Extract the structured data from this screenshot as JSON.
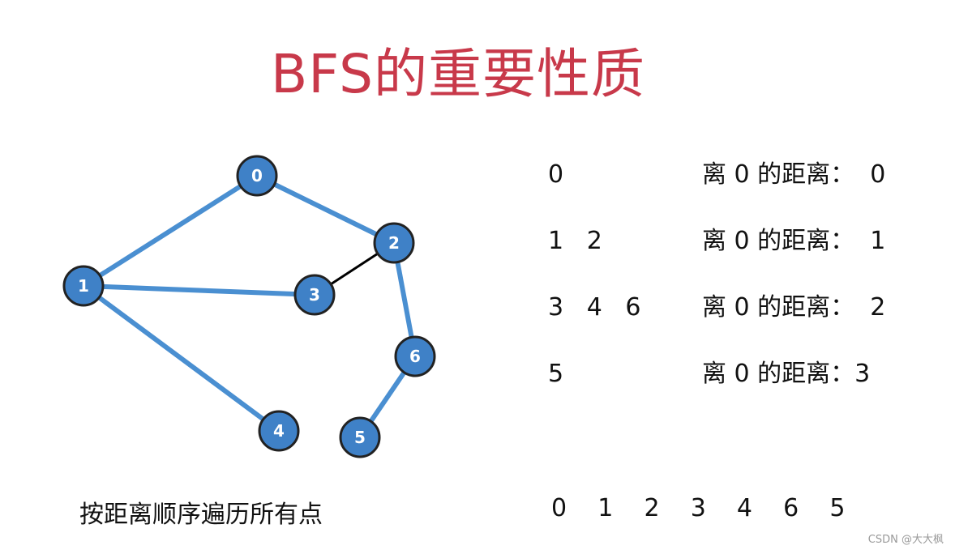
{
  "title": "BFS的重要性质",
  "graph": {
    "nodes": [
      "0",
      "1",
      "2",
      "3",
      "4",
      "5",
      "6"
    ],
    "tree_edges": [
      [
        "0",
        "1"
      ],
      [
        "0",
        "2"
      ],
      [
        "1",
        "3"
      ],
      [
        "1",
        "4"
      ],
      [
        "2",
        "6"
      ],
      [
        "6",
        "5"
      ]
    ],
    "other_edges": [
      [
        "2",
        "3"
      ]
    ],
    "colors": {
      "node_fill": "#3f81c7",
      "node_stroke": "#222222",
      "tree_edge": "#4a8fd1",
      "other_edge": "#000000"
    }
  },
  "levels": [
    {
      "order": "0",
      "distance_label": "离 0 的距离：  0"
    },
    {
      "order": "1   2",
      "distance_label": "离 0 的距离：  1"
    },
    {
      "order": "3   4   6",
      "distance_label": "离 0 的距离：  2"
    },
    {
      "order": "5",
      "distance_label": "离 0 的距离：3"
    }
  ],
  "caption": "按距离顺序遍历所有点",
  "traversal_order": "0    1    2    3    4    6    5",
  "watermark": "CSDN @大大枫"
}
